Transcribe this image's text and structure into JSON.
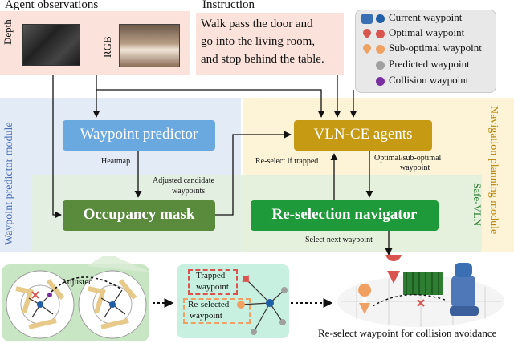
{
  "agent_observations": {
    "title": "Agent observations",
    "depth_label": "Depth",
    "rgb_label": "RGB"
  },
  "instruction": {
    "title": "Instruction",
    "lines": [
      "Walk pass the door and",
      "go into the living room,",
      "and stop  behind the table."
    ]
  },
  "legend": {
    "items": [
      {
        "label": "Current waypoint",
        "color": "#1f5fa8"
      },
      {
        "label": "Optimal waypoint",
        "color": "#d9534f"
      },
      {
        "label": "Sub-optimal waypoint",
        "color": "#f0a060"
      },
      {
        "label": "Predicted waypoint",
        "color": "#a0a0a0"
      },
      {
        "label": "Collision waypoint",
        "color": "#7a2fa0"
      }
    ]
  },
  "modules": {
    "waypoint_predictor_module": "Waypoint predictor module",
    "navigation_planning_module": "Navigation planning module",
    "safe_vln": "Safe-VLN"
  },
  "blocks": {
    "waypoint_predictor": "Waypoint predictor",
    "vln_ce_agents": "VLN-CE agents",
    "occupancy_mask": "Occupancy mask",
    "reselection_navigator": "Re-selection navigator"
  },
  "edge_labels": {
    "heatmap": "Heatmap",
    "adjusted_candidate_1": "Adjusted candidate",
    "adjusted_candidate_2": "waypoints",
    "reselect_if_trapped": "Re-select if trapped",
    "optimal_suboptimal_1": "Optimal/sub-optimal",
    "optimal_suboptimal_2": "waypoint",
    "select_next": "Select next waypoint"
  },
  "bottom": {
    "adjusted": "Adjusted",
    "trapped_1": "Trapped",
    "trapped_2": "waypoint",
    "reselected_1": "Re-selected",
    "reselected_2": "waypoint",
    "caption": "Re-select waypoint for collision avoidance"
  },
  "colors": {
    "obs_bg": "#fbe3dc",
    "legend_bg": "#e8e8e8",
    "left_module_bg": "#e3ebf6",
    "right_module_bg": "#fdf4d8",
    "safe_bg": "#e2f0de",
    "waypoint_predictor": "#6aa8e0",
    "vln_ce": "#c79a14",
    "occupancy": "#5a8a3c",
    "reselection": "#1f9a3a",
    "bottom_green": "#c9e6c4",
    "bottom_teal": "#c8f0e0"
  }
}
